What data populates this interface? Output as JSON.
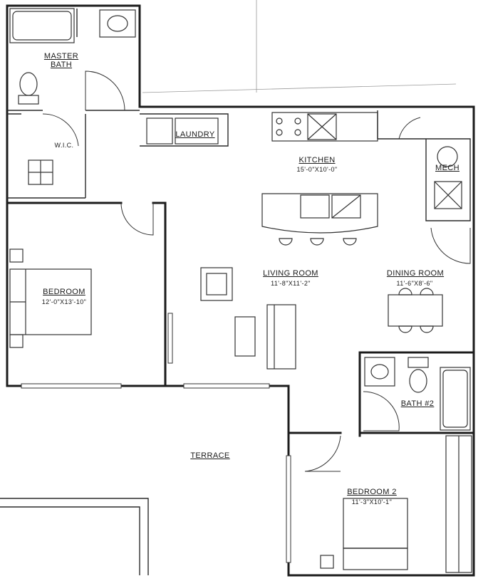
{
  "rooms": {
    "master_bath": {
      "name_line1": "MASTER",
      "name_line2": "BATH"
    },
    "wic": {
      "name": "W.I.C."
    },
    "laundry": {
      "name": "LAUNDRY"
    },
    "kitchen": {
      "name": "KITCHEN",
      "dims": "15'-0\"X10'-0\""
    },
    "mech": {
      "name": "MECH"
    },
    "bedroom": {
      "name": "BEDROOM",
      "dims": "12'-0\"X13'-10\""
    },
    "living_room": {
      "name": "LIVING ROOM",
      "dims": "11'-8\"X11'-2\""
    },
    "dining_room": {
      "name": "DINING ROOM",
      "dims": "11'-6\"X8'-6\""
    },
    "bath_2": {
      "name": "BATH #2"
    },
    "terrace": {
      "name": "TERRACE"
    },
    "bedroom_2": {
      "name": "BEDROOM 2",
      "dims": "11'-3\"X10'-1\""
    }
  },
  "colors": {
    "line": "#1c1c1c",
    "paper": "#ffffff"
  }
}
